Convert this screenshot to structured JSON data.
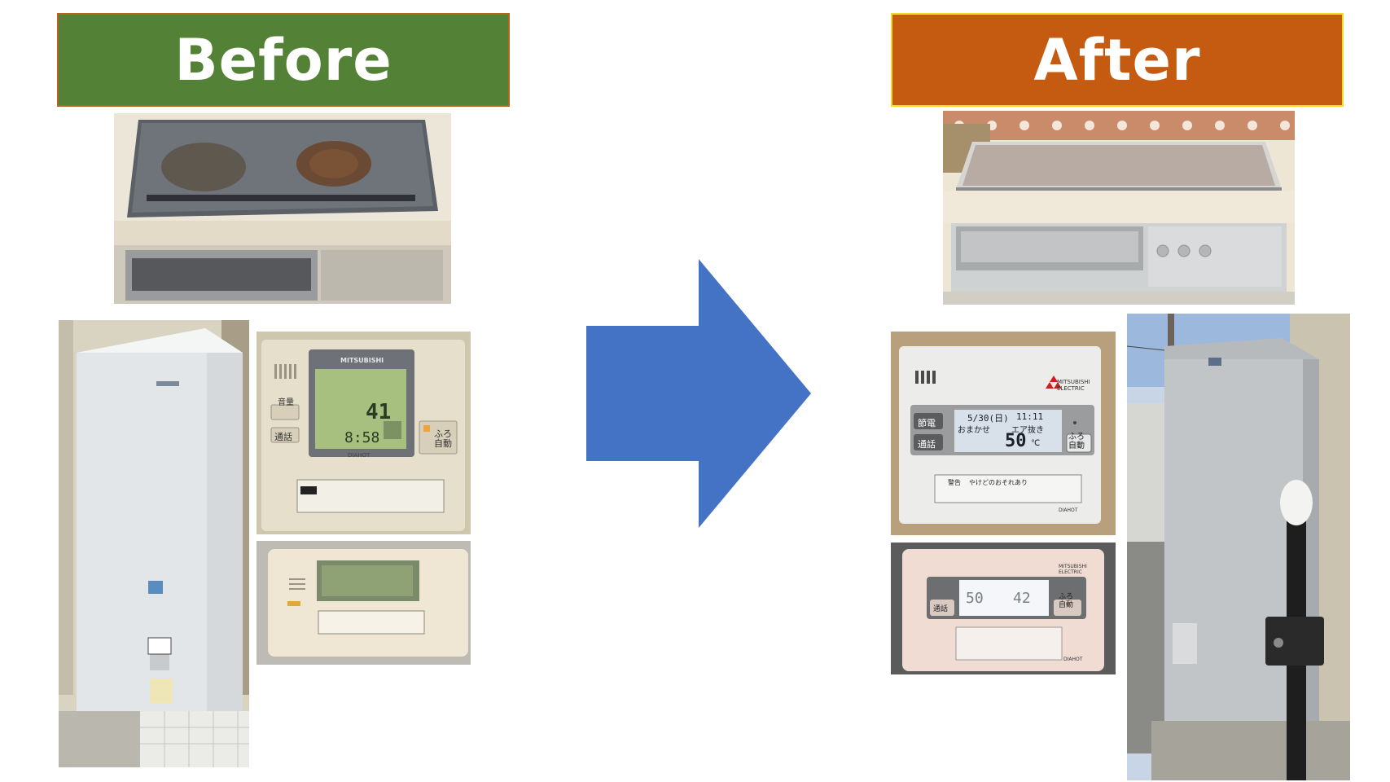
{
  "before": {
    "label": "Before"
  },
  "after": {
    "label": "After"
  },
  "colors": {
    "before_banner": "#538135",
    "after_banner": "#c55a11",
    "arrow": "#4472c4"
  },
  "photos": {
    "before_cooktop": {
      "icon": "ih-cooktop-photo"
    },
    "before_tank": {
      "icon": "water-heater-tank-photo"
    },
    "before_remote_kitchen": {
      "brand": "MITSUBISHI",
      "maker": "DIAHOT",
      "btn_volume": "音量",
      "btn_call": "通話",
      "btn_auto": "ふろ\n自動",
      "temp": "41",
      "time": "8:58"
    },
    "before_remote_bath": {
      "icon": "bath-remote-photo"
    },
    "after_cooktop": {
      "icon": "ih-cooktop-photo"
    },
    "after_remote_kitchen": {
      "brand": "MITSUBISHI\nELECTRIC",
      "maker": "DIAHOT",
      "btn_save": "節電",
      "btn_call": "通話",
      "btn_auto": "ふろ\n自動",
      "date": "5/30(日)",
      "time": "11:11",
      "mode": "おまかせ",
      "status": "エア抜き",
      "temp": "50",
      "unit": "℃",
      "warning": "警告",
      "warning_text": "やけどのおそれあり"
    },
    "after_remote_bath": {
      "brand": "MITSUBISHI\nELECTRIC",
      "maker": "DIAHOT",
      "btn_call": "通話",
      "btn_auto": "ふろ\n自動",
      "temp_left": "50",
      "temp_right": "42"
    },
    "after_tank": {
      "icon": "water-heater-tank-photo"
    }
  }
}
